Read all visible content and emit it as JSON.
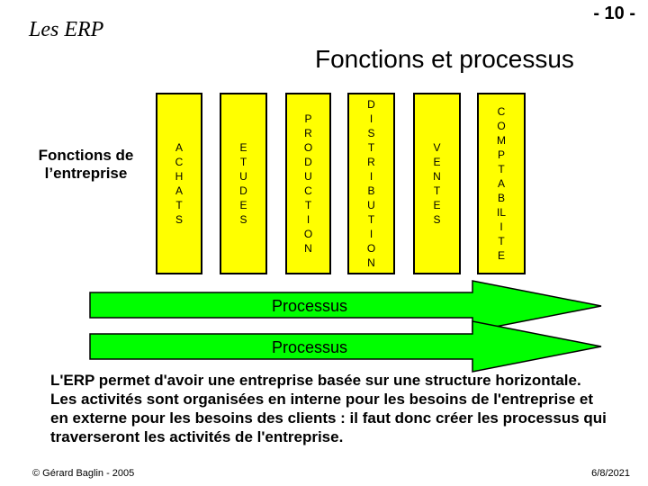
{
  "page_number": "- 10 -",
  "section_title": "Les ERP",
  "slide_title": "Fonctions et processus",
  "left_label": "Fonctions de l’entreprise",
  "columns": [
    {
      "id": "achats",
      "letters": "ACHATS"
    },
    {
      "id": "etudes",
      "letters": "ETUDES"
    },
    {
      "id": "production",
      "letters": "PRODUCTION"
    },
    {
      "id": "distribution",
      "letters": "DISTRIBUTION"
    },
    {
      "id": "ventes",
      "letters": "VENTES"
    },
    {
      "id": "comptabilite",
      "letters": "COMPTABILITE"
    }
  ],
  "arrows": [
    {
      "label": "Processus"
    },
    {
      "label": "Processus"
    }
  ],
  "colors": {
    "column_fill": "#ffff00",
    "arrow_fill": "#00ff00",
    "text": "#000000"
  },
  "description": "L'ERP permet d'avoir une entreprise basée sur une structure horizontale. Les activités sont organisées en interne pour les besoins de l'entreprise et en externe pour les besoins des clients : il faut donc créer les processus qui traverseront les activités de l'entreprise.",
  "footer": {
    "left": "© Gérard Baglin - 2005",
    "right": "6/8/2021"
  }
}
